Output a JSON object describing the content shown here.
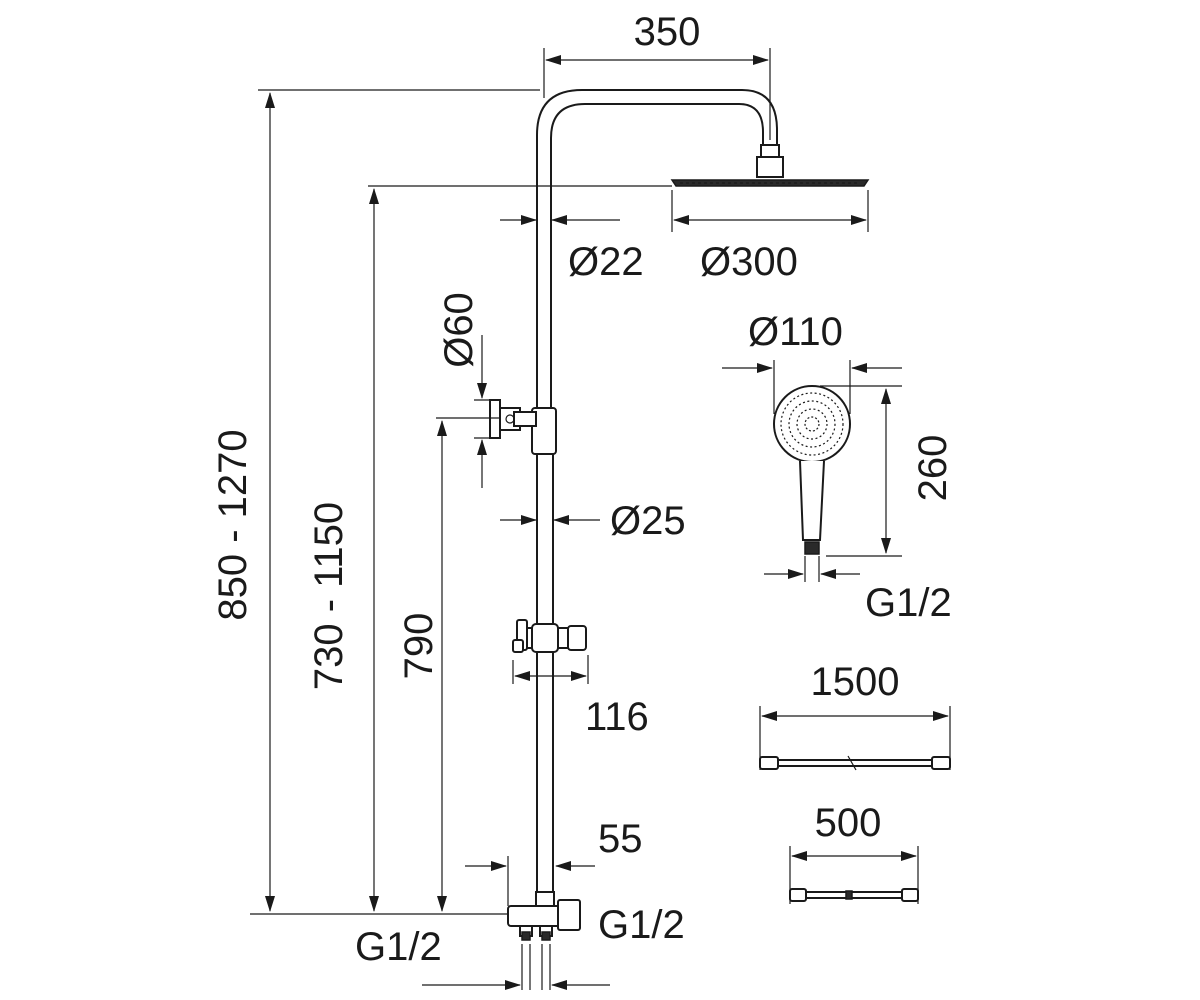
{
  "dimensions": {
    "top_width": "350",
    "pipe_diameter_top": "Ø22",
    "rain_head_diameter": "Ø300",
    "wall_bracket_diameter": "Ø60",
    "pipe_diameter_lower": "Ø25",
    "slider_width": "116",
    "mixer_offset": "55",
    "inlet_left": "G1/2",
    "inlet_right": "G1/2",
    "total_height": "850 - 1270",
    "adjustable_height": "730 - 1150",
    "bracket_height": "790",
    "hand_shower_diameter": "Ø110",
    "hand_shower_length": "260",
    "hand_shower_thread": "G1/2",
    "hose_long": "1500",
    "hose_short": "500"
  }
}
